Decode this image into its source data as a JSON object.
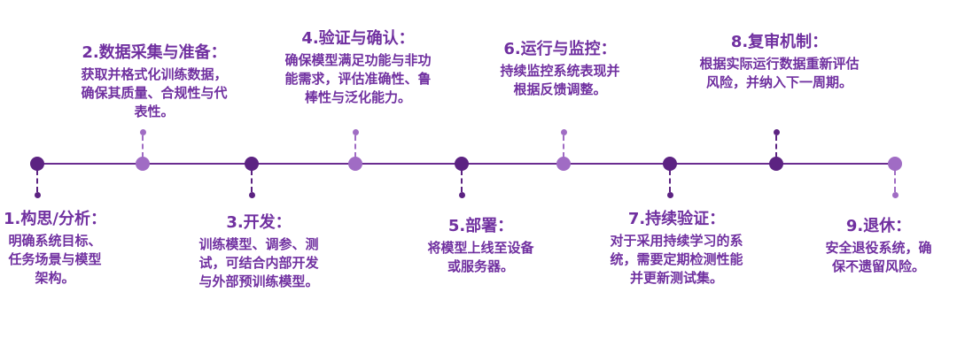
{
  "colors": {
    "dark": "#5c2382",
    "light": "#a06cc4",
    "text": "#7030a0",
    "line": "#6b2d91"
  },
  "diagram_type": "horizontal-timeline",
  "items": [
    {
      "num": "1",
      "title": "1.构思/分析：",
      "body": "明确系统目标、任务场景与模型架构。"
    },
    {
      "num": "2",
      "title": "2.数据采集与准备：",
      "body": "获取并格式化训练数据，确保其质量、合规性与代表性。"
    },
    {
      "num": "3",
      "title": "3.开发：",
      "body": "训练模型、调参、测试，可结合内部开发与外部预训练模型。"
    },
    {
      "num": "4",
      "title": "4.验证与确认：",
      "body": "确保模型满足功能与非功能需求，评估准确性、鲁棒性与泛化能力。"
    },
    {
      "num": "5",
      "title": "5.部署：",
      "body": "将模型上线至设备或服务器。"
    },
    {
      "num": "6",
      "title": "6.运行与监控：",
      "body": "持续监控系统表现并根据反馈调整。"
    },
    {
      "num": "7",
      "title": "7.持续验证：",
      "body": "对于采用持续学习的系统，需要定期检测性能并更新测试集。"
    },
    {
      "num": "8",
      "title": "8.复审机制：",
      "body": "根据实际运行数据重新评估风险，并纳入下一周期。"
    },
    {
      "num": "9",
      "title": "9.退休：",
      "body": "安全退役系统，确保不遗留风险。"
    }
  ]
}
